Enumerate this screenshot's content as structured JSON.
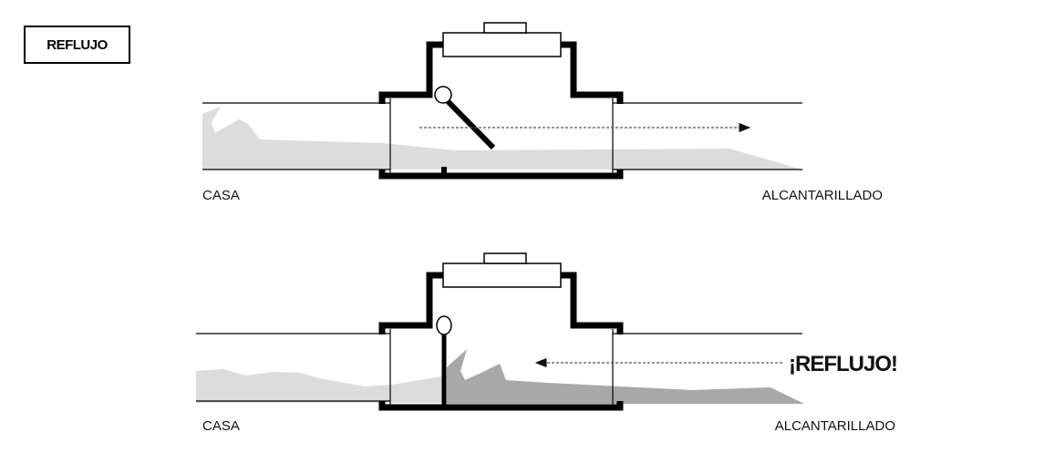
{
  "title": "REFLUJO",
  "diagram_normal": {
    "left_label": "CASA",
    "right_label": "ALCANTARILLADO"
  },
  "diagram_backflow": {
    "left_label": "CASA",
    "right_label": "ALCANTARILLADO",
    "callout": "¡REFLUJO!"
  },
  "colors": {
    "water": "#dcdcdc",
    "backflow_water": "#a8a8a8",
    "outline": "#000000"
  }
}
